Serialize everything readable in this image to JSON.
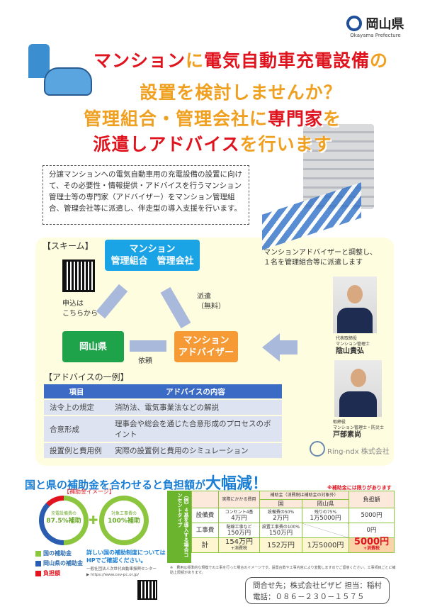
{
  "logo": {
    "name": "岡山県",
    "en": "Okayama Prefecture"
  },
  "headline": {
    "line1": [
      {
        "t": "マンション",
        "c": "red"
      },
      {
        "t": "に",
        "c": "org"
      },
      {
        "t": "電気自動車充電設備",
        "c": "red"
      },
      {
        "t": "の",
        "c": "org"
      }
    ],
    "line2": "設置を検討しませんか？",
    "line3": [
      {
        "t": "管理組合・管理会社に",
        "c": "org"
      },
      {
        "t": "専門家",
        "c": "red"
      },
      {
        "t": "を",
        "c": "org"
      }
    ],
    "line4": [
      {
        "t": "派遣しアドバイス",
        "c": "red"
      },
      {
        "t": "を行います",
        "c": "org"
      }
    ]
  },
  "description": "分譲マンションへの電気自動車用の充電設備の設置に向けて、その必要性・情報提供・アドバイスを行うマンション管理士等の専門家（アドバイザー）をマンション管理組合、管理会社等に派遣し、伴走型の導入支援を行います。",
  "scheme": {
    "heading": "【スキーム】",
    "client_box": [
      "マンション",
      "管理組合　管理会社"
    ],
    "apply": [
      "申込は",
      "こちらから"
    ],
    "dispatch": [
      "派遣",
      "（無料）"
    ],
    "prefecture_box": "岡山県",
    "request": "依頼",
    "advisor_box": [
      "マンション",
      "アドバイザー"
    ],
    "note": [
      "マンションアドバイザーと調整し、",
      "１名を管理組合等に派遣します"
    ],
    "advisors": [
      {
        "title1": "代表取締役",
        "title2": "マンション管理士",
        "name": "陰山貴弘"
      },
      {
        "title1": "取締役",
        "title2": "マンション管理士・防災士",
        "name": "戸部素尚"
      }
    ],
    "company": "Ring-ndx 株式会社",
    "company_logo_text": "Ring-ndx"
  },
  "advice": {
    "heading": "【アドバイスの一例】",
    "columns": [
      "項目",
      "アドバイスの内容"
    ],
    "rows": [
      [
        "法令上の規定",
        "消防法、電気事業法などの解説"
      ],
      [
        "合意形成",
        "理事会や総会を通じた合意形成のプロセスのポイント"
      ],
      [
        "設置例と費用例",
        "実際の設置例と費用のシミュレーション"
      ]
    ]
  },
  "subsidy": {
    "title_a": "国と県の補助金を合わせると負担額が",
    "title_b": "大幅減！",
    "image_label": "【補助金イメージ】",
    "circle1": [
      "充電設備費の",
      "87.5%補助"
    ],
    "circle2": [
      "対象工事費の",
      "100%補助"
    ],
    "legend": [
      {
        "label": "国の補助金",
        "color": "#8cc63f"
      },
      {
        "label": "岡山県の補助金",
        "color": "#2a5cb0"
      },
      {
        "label": "負担額",
        "color": "#e0141e"
      }
    ],
    "hp_note": [
      "詳しい国の補助制度については",
      "HPでご確認ください。"
    ],
    "org": "一般社団法人次世代自動車振興センター",
    "url": "▶ https://www.cev-pc.or.jp/",
    "limit_note": "※補助金には限りがあります",
    "example_label": "（例）４基を導入する場合コンセントタイプ",
    "headers": {
      "actual": "実際にかかる費用",
      "subsidy": "補助金（消費税は補助金の対象外）",
      "nation": "国",
      "pref": "岡山県",
      "burden": "負担額"
    },
    "rows": [
      {
        "item": "設備費",
        "actual_note": "コンセント4基",
        "actual": "4万円",
        "nation_note": "設備費の50%",
        "nation": "2万円",
        "pref_note": "残りの75%",
        "pref": "1万5000円",
        "burden": "5000円"
      },
      {
        "item": "工事費",
        "actual_note": "配線工事など",
        "actual": "150万円",
        "nation_note": "設置工事費の100%",
        "nation": "150万円",
        "pref_note": "",
        "pref": "",
        "burden": "0円"
      },
      {
        "item": "計",
        "actual_note": "+消費税",
        "actual": "154万円",
        "nation_note": "",
        "nation": "152万円",
        "pref_note": "",
        "pref": "1万5000円",
        "burden": "5000円",
        "burden_note": "+消費税"
      }
    ],
    "footnote": "※　費用は標準的な規模での工事を行った場合のイメージです。設置台数や工事内容により変動しますのでご留意ください。工事項目ごとに補助上限額があります。"
  },
  "contact": {
    "line1": "問合せ先；株式会社ビザビ 担当：稲村",
    "line2": "電話：０８６－２３０－１５７５"
  }
}
